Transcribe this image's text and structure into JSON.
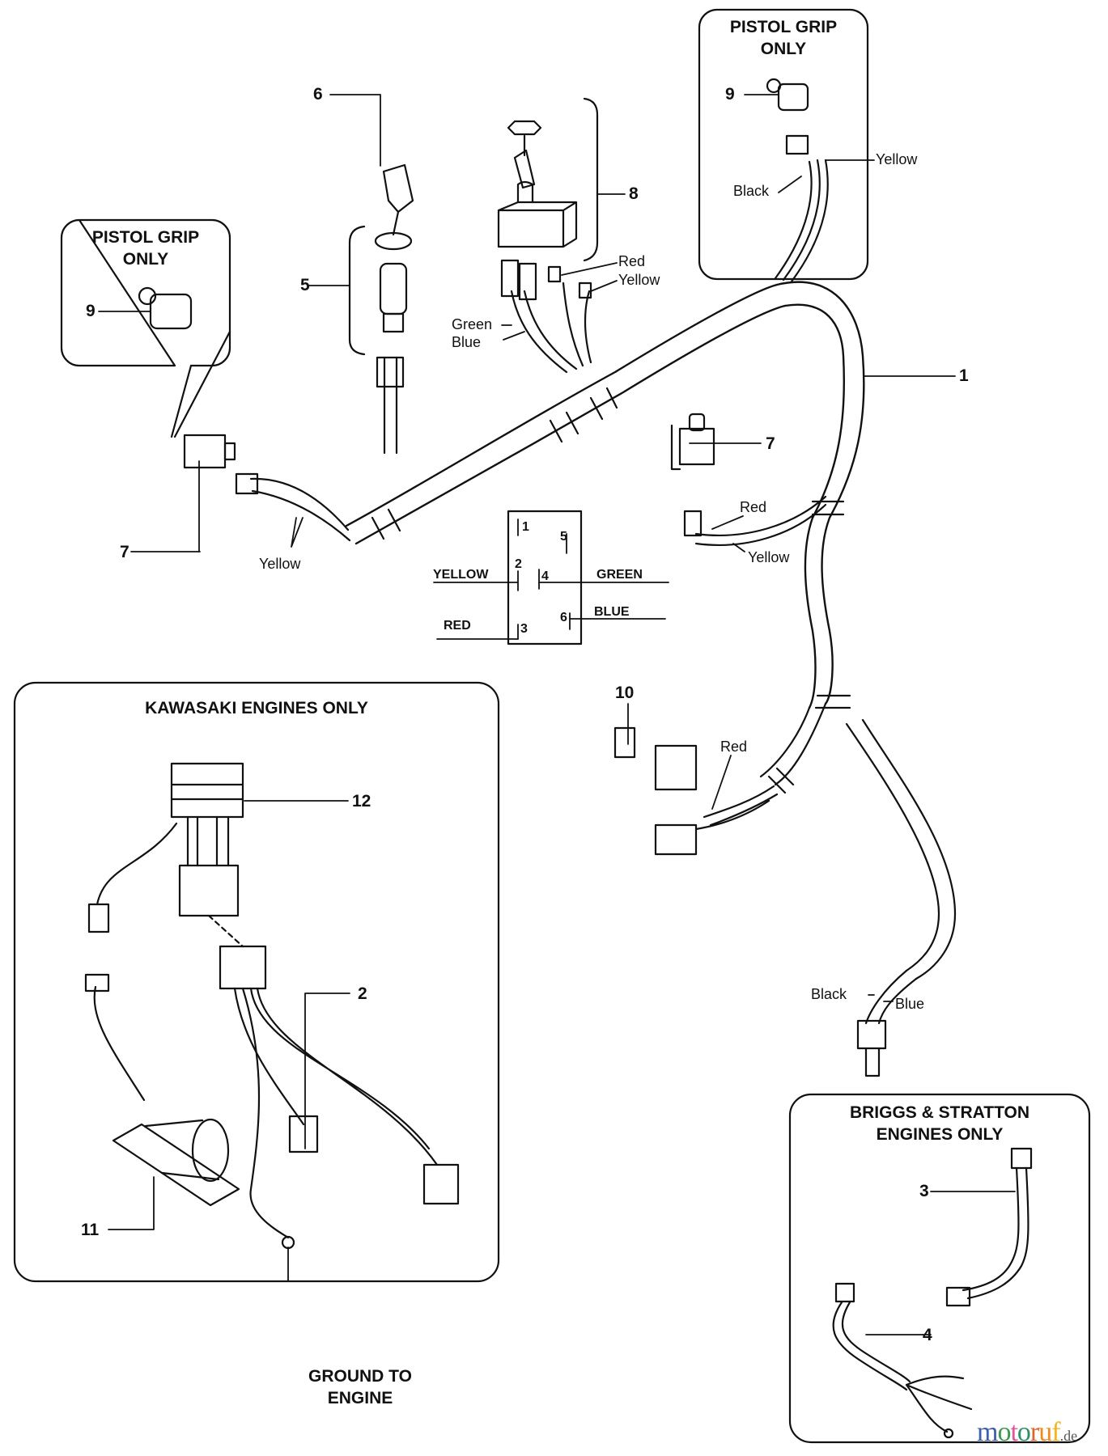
{
  "diagram": {
    "title": "Wiring harness parts diagram",
    "callouts": {
      "c1": "1",
      "c2": "2",
      "c3": "3",
      "c4": "4",
      "c5": "5",
      "c6": "6",
      "c7a": "7",
      "c7b": "7",
      "c8": "8",
      "c9a": "9",
      "c9b": "9",
      "c10": "10",
      "c11": "11",
      "c12": "12"
    },
    "boxes": {
      "pistol_left": {
        "line1": "PISTOL GRIP",
        "line2": "ONLY"
      },
      "pistol_right": {
        "line1": "PISTOL GRIP",
        "line2": "ONLY"
      },
      "kawasaki": {
        "title": "KAWASAKI ENGINES ONLY",
        "ground_line1": "GROUND TO",
        "ground_line2": "ENGINE"
      },
      "briggs": {
        "line1": "BRIGGS & STRATTON",
        "line2": "ENGINES ONLY"
      }
    },
    "wire_labels": {
      "pistol_yellow": "Yellow",
      "pistol_black": "Black",
      "sw8_red": "Red",
      "sw8_yellow": "Yellow",
      "sw8_green": "Green",
      "sw8_blue": "Blue",
      "left_yellow": "Yellow",
      "sw7_red": "Red",
      "sw7_yellow": "Yellow",
      "conn10_red": "Red",
      "end_black": "Black",
      "end_blue": "Blue"
    },
    "schematic": {
      "pins": [
        "1",
        "2",
        "3",
        "4",
        "5",
        "6"
      ],
      "yellow": "YELLOW",
      "green": "GREEN",
      "red": "RED",
      "blue": "BLUE"
    }
  },
  "watermark": {
    "letters": [
      {
        "ch": "m",
        "color": "#3b5fae"
      },
      {
        "ch": "o",
        "color": "#3e9a4a"
      },
      {
        "ch": "t",
        "color": "#e0559a"
      },
      {
        "ch": "o",
        "color": "#2f8f6a"
      },
      {
        "ch": "r",
        "color": "#e2622a"
      },
      {
        "ch": "u",
        "color": "#f08a1c"
      },
      {
        "ch": "f",
        "color": "#f2b51a"
      }
    ],
    "suffix": ".de"
  }
}
